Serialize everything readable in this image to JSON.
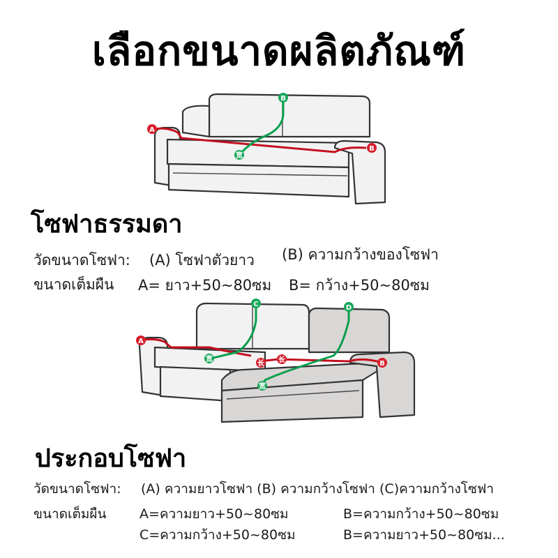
{
  "title": "เลือกขนาดผลิตภัณฑ์",
  "section1": {
    "heading": "โซฟาธรรมดา",
    "measure_label": "วัดขนาดโซฟา:",
    "measure_a": "(A) โซฟาตัวยาว",
    "measure_b": "(B) ความกว้างของโซฟา",
    "stretch_label": "ขนาดเต็มผืน",
    "stretch_a": "A= ยาว+50~80ซม",
    "stretch_b": "B= กว้าง+50~80ซม"
  },
  "diagram1": {
    "tag_a": "A",
    "tag_b": "B",
    "tag_top": "B",
    "tag_mid": "宽"
  },
  "section2": {
    "heading": "ประกอบโซฟา",
    "measure_label": "วัดขนาดโซฟา:",
    "measure_items": "(A) ความยาวโซฟา (B) ความกว้างโซฟา (C)ความกว้างโซฟา",
    "stretch_label": "ขนาดเต็มผืน",
    "stretch_1": "A=ความยาว+50~80ซม",
    "stretch_2": "B=ความกว้าง+50~80ซม",
    "stretch_3": "C=ความกว้าง+50~80ซม",
    "stretch_4": "B=ความยาว+50~80ซม..."
  },
  "diagram2": {
    "tag_a": "A",
    "tag_b": "B",
    "tag_c": "C",
    "tag_d": "D",
    "tag_long1": "长",
    "tag_long2": "长",
    "tag_wide1": "宽",
    "tag_wide2": "宽"
  },
  "colors": {
    "red_tag": "#d61f2c",
    "green_tag": "#16a85a",
    "sofa_fill": "#f2f2f2",
    "chaise_fill": "#d9d6d6"
  }
}
